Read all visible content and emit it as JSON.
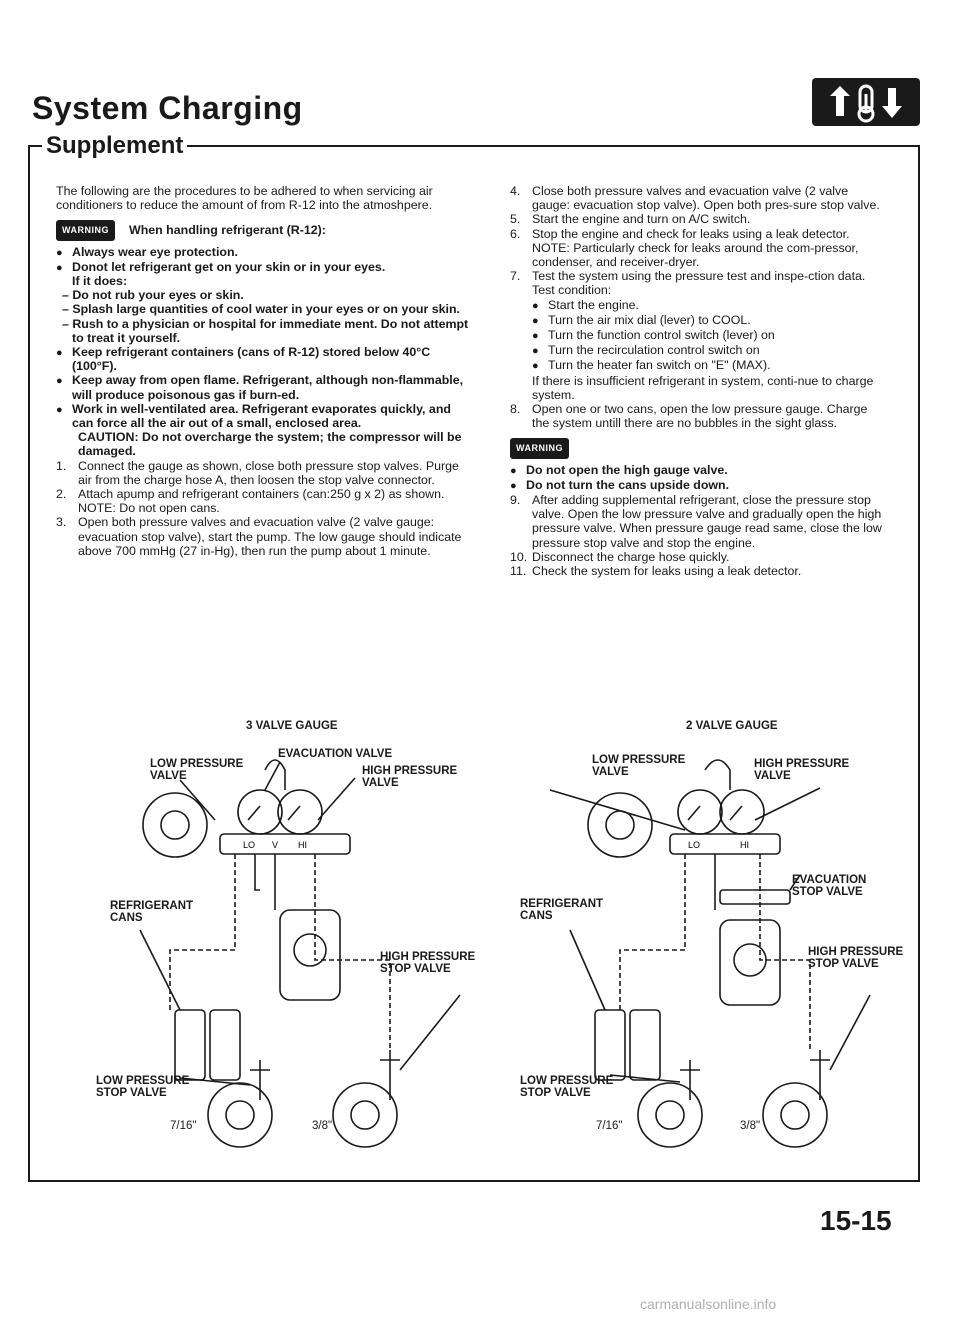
{
  "header": {
    "title": "System Charging",
    "section": "Supplement"
  },
  "left": {
    "intro": "The following are the procedures to be adhered to when servicing air conditioners to reduce the amount of from R-12 into the atmoshpere.",
    "warning_badge": "WARNING",
    "warning_title": "When handling refrigerant (R-12):",
    "b1": "Always wear eye protection.",
    "b2": "Donot let refrigerant get on your skin or in your eyes.",
    "b2_if": "If it does:",
    "d1": "– Do not rub your eyes or skin.",
    "d2": "– Splash large quantities of cool water in your eyes or on your skin.",
    "d3": "– Rush to a physician or hospital for immediate ment. Do not attempt to treat it yourself.",
    "b3": "Keep refrigerant containers (cans of R-12) stored below 40°C (100°F).",
    "b4": "Keep away from open flame. Refrigerant, although non-flammable, will produce poisonous gas if burn-ed.",
    "b5": "Work in well-ventilated area. Refrigerant evaporates quickly, and can force all the air out of a small, enclosed area.",
    "caution": "CAUTION: Do not overcharge the system; the compressor will be damaged.",
    "s1n": "1.",
    "s1": "Connect the gauge as shown, close both pressure stop valves. Purge air from the charge hose A, then loosen the stop valve connector.",
    "s2n": "2.",
    "s2": "Attach apump and refrigerant containers (can:250 g x 2) as shown.",
    "s2note": "NOTE: Do not open cans.",
    "s3n": "3.",
    "s3": "Open both pressure valves and evacuation valve (2 valve gauge: evacuation stop valve), start the pump. The low gauge should indicate above 700 mmHg (27 in-Hg), then run the pump about 1 minute."
  },
  "right": {
    "s4n": "4.",
    "s4": "Close both pressure valves and evacuation valve (2 valve gauge: evacuation stop valve). Open both pres-sure stop valve.",
    "s5n": "5.",
    "s5": "Start the engine and turn on A/C switch.",
    "s6n": "6.",
    "s6": "Stop the engine and check for leaks using a leak detector.",
    "s6note": "NOTE: Particularly check for leaks around the com-pressor, condenser, and receiver-dryer.",
    "s7n": "7.",
    "s7": "Test the system using the pressure test and inspe-ction data.",
    "s7tc": "Test condition:",
    "tc1": "Start the engine.",
    "tc2": "Turn the air mix dial (lever) to COOL.",
    "tc3": "Turn the function control switch (lever) on",
    "tc4": "Turn the recirculation control switch on",
    "tc5": "Turn the heater fan switch on \"E\" (MAX).",
    "s7after": "If there is insufficient refrigerant in system, conti-nue to charge system.",
    "s8n": "8.",
    "s8": "Open one or two cans, open the low pressure gauge. Charge the system untill there are no bubbles in the sight glass.",
    "warning_badge": "WARNING",
    "w1": "Do not open the high gauge valve.",
    "w2": "Do not turn the cans upside down.",
    "s9n": "9.",
    "s9": "After adding supplemental refrigerant, close the pressure stop valve. Open the low pressure valve and gradually open the high pressure valve. When pressure gauge read same, close the low pressure stop valve and stop the engine.",
    "s10n": "10.",
    "s10": "Disconnect the charge hose quickly.",
    "s11n": "11.",
    "s11": "Check the system for leaks using a leak detector."
  },
  "diagram_left": {
    "title": "3 VALVE GAUGE",
    "low_pressure_valve_1": "LOW PRESSURE",
    "low_pressure_valve_2": "VALVE",
    "evacuation_valve": "EVACUATION VALVE",
    "high_pressure_valve_1": "HIGH PRESSURE",
    "high_pressure_valve_2": "VALVE",
    "refrigerant_cans_1": "REFRIGERANT",
    "refrigerant_cans_2": "CANS",
    "high_pressure_stop_1": "HIGH PRESSURE",
    "high_pressure_stop_2": "STOP VALVE",
    "low_pressure_stop_1": "LOW PRESSURE",
    "low_pressure_stop_2": "STOP VALVE",
    "size_small": "7/16\"",
    "size_large": "3/8\"",
    "gauge_lo": "LO",
    "gauge_v": "V",
    "gauge_hi": "HI"
  },
  "diagram_right": {
    "title": "2 VALVE GAUGE",
    "low_pressure_valve_1": "LOW PRESSURE",
    "low_pressure_valve_2": "VALVE",
    "high_pressure_valve_1": "HIGH PRESSURE",
    "high_pressure_valve_2": "VALVE",
    "evacuation_stop_1": "EVACUATION",
    "evacuation_stop_2": "STOP VALVE",
    "refrigerant_cans_1": "REFRIGERANT",
    "refrigerant_cans_2": "CANS",
    "high_pressure_stop_1": "HIGH PRESSURE",
    "high_pressure_stop_2": "STOP VALVE",
    "low_pressure_stop_1": "LOW PRESSURE",
    "low_pressure_stop_2": "STOP VALVE",
    "size_small": "7/16\"",
    "size_large": "3/8\"",
    "gauge_lo": "LO",
    "gauge_hi": "HI"
  },
  "page_number": "15-15",
  "footer": "carmanualsonline.info"
}
